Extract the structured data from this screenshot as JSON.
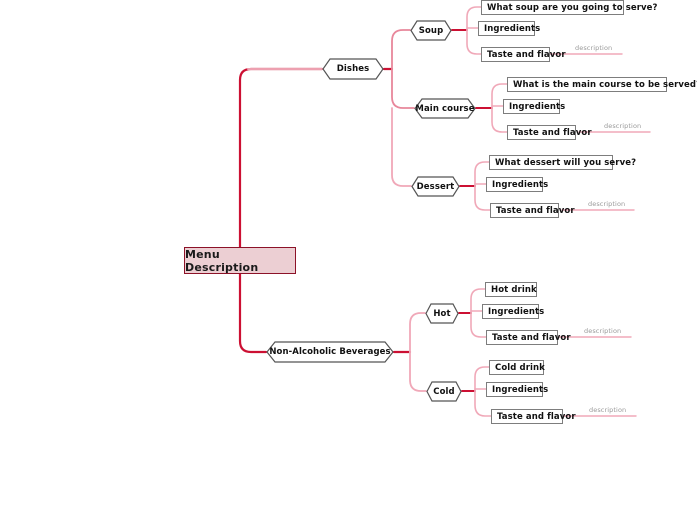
{
  "diagram": {
    "type": "mind-map",
    "title": "Menu Description",
    "colors": {
      "trunk": "#cc1033",
      "branch": "#e8879b",
      "leaf_connector": "#f0a8b8",
      "root_fill": "#eccfd3",
      "root_border": "#8c1228",
      "node_border": "#555555",
      "leaf_border": "#7d7d7d",
      "caption": "#9a9a9a",
      "text": "#111111",
      "background": "#ffffff"
    },
    "root": {
      "label": "Menu Description"
    },
    "branches": [
      {
        "label": "Dishes",
        "children": [
          {
            "label": "Soup",
            "leaves": [
              {
                "label": "What soup are you going to serve?",
                "caption": ""
              },
              {
                "label": "Ingredients",
                "caption": ""
              },
              {
                "label": "Taste and flavor",
                "caption": "description"
              }
            ]
          },
          {
            "label": "Main course",
            "leaves": [
              {
                "label": "What is the main course to be served?",
                "caption": ""
              },
              {
                "label": "Ingredients",
                "caption": ""
              },
              {
                "label": "Taste and flavor",
                "caption": "description"
              }
            ]
          },
          {
            "label": "Dessert",
            "leaves": [
              {
                "label": "What dessert will you serve?",
                "caption": ""
              },
              {
                "label": "Ingredients",
                "caption": ""
              },
              {
                "label": "Taste and flavor",
                "caption": "description"
              }
            ]
          }
        ]
      },
      {
        "label": "Non-Alcoholic Beverages",
        "children": [
          {
            "label": "Hot",
            "leaves": [
              {
                "label": "Hot drink",
                "caption": ""
              },
              {
                "label": "Ingredients",
                "caption": ""
              },
              {
                "label": "Taste and flavor",
                "caption": "description"
              }
            ]
          },
          {
            "label": "Cold",
            "leaves": [
              {
                "label": "Cold drink",
                "caption": ""
              },
              {
                "label": "Ingredients",
                "caption": ""
              },
              {
                "label": "Taste and flavor",
                "caption": "description"
              }
            ]
          }
        ]
      }
    ]
  }
}
